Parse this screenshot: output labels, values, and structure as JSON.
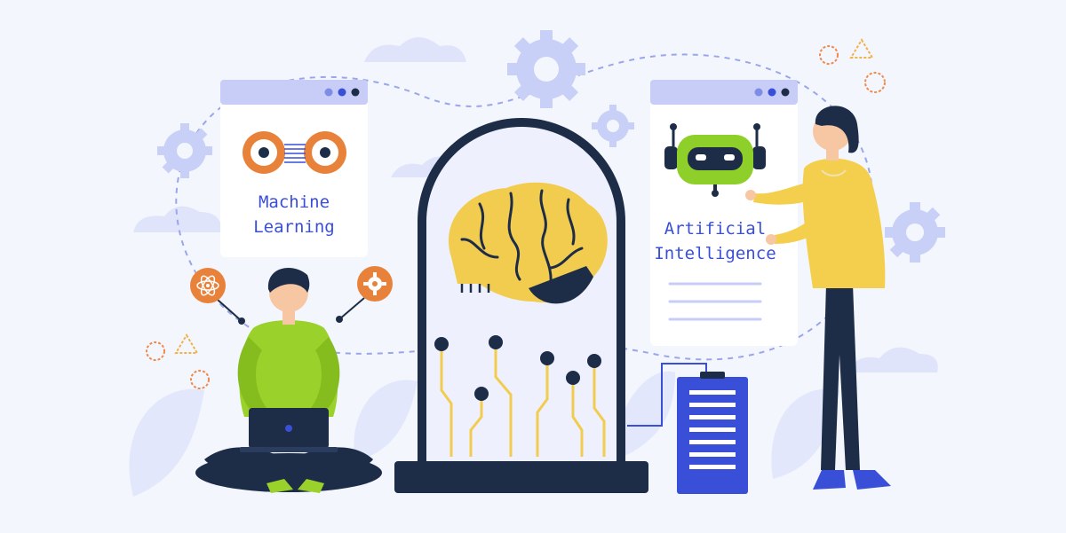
{
  "cards": {
    "ml": {
      "line1": "Machine",
      "line2": "Learning"
    },
    "ai": {
      "line1": "Artificial",
      "line2": "Intelligence"
    }
  },
  "colors": {
    "background": "#f3f6fd",
    "accent_blue": "#3a4fd8",
    "window_bar": "#c7cdf6",
    "orange": "#e8823a",
    "brain_yellow": "#f2cc4f",
    "robot_green": "#8ecf2a",
    "navy": "#1e2d47",
    "shirt_green": "#9ad12b",
    "shirt_yellow": "#f4cf4e"
  },
  "icons": [
    "gear-icon",
    "cloud-icon",
    "atom-icon",
    "settings-icon",
    "triangle-icon",
    "circle-icon",
    "robot-icon",
    "brain-icon",
    "server-icon",
    "laptop-icon",
    "eyes-icon"
  ]
}
